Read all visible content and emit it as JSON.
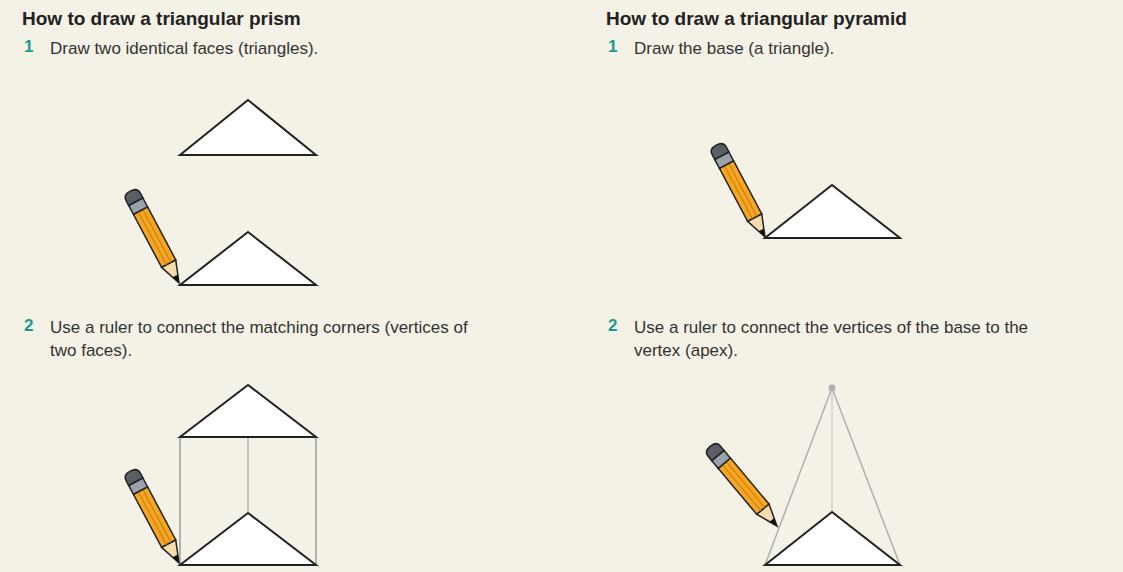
{
  "diagram": {
    "labels": [
      "How to draw a triangular prism",
      "1",
      "Draw two identical faces (triangles).",
      "2",
      "Use a ruler to connect the matching corners (vertices of two faces).",
      "How to draw a triangular pyramid",
      "1",
      "Draw the base (a triangle).",
      "2",
      "Use a ruler to connect the vertices of the base to the vertex (apex)."
    ]
  }
}
